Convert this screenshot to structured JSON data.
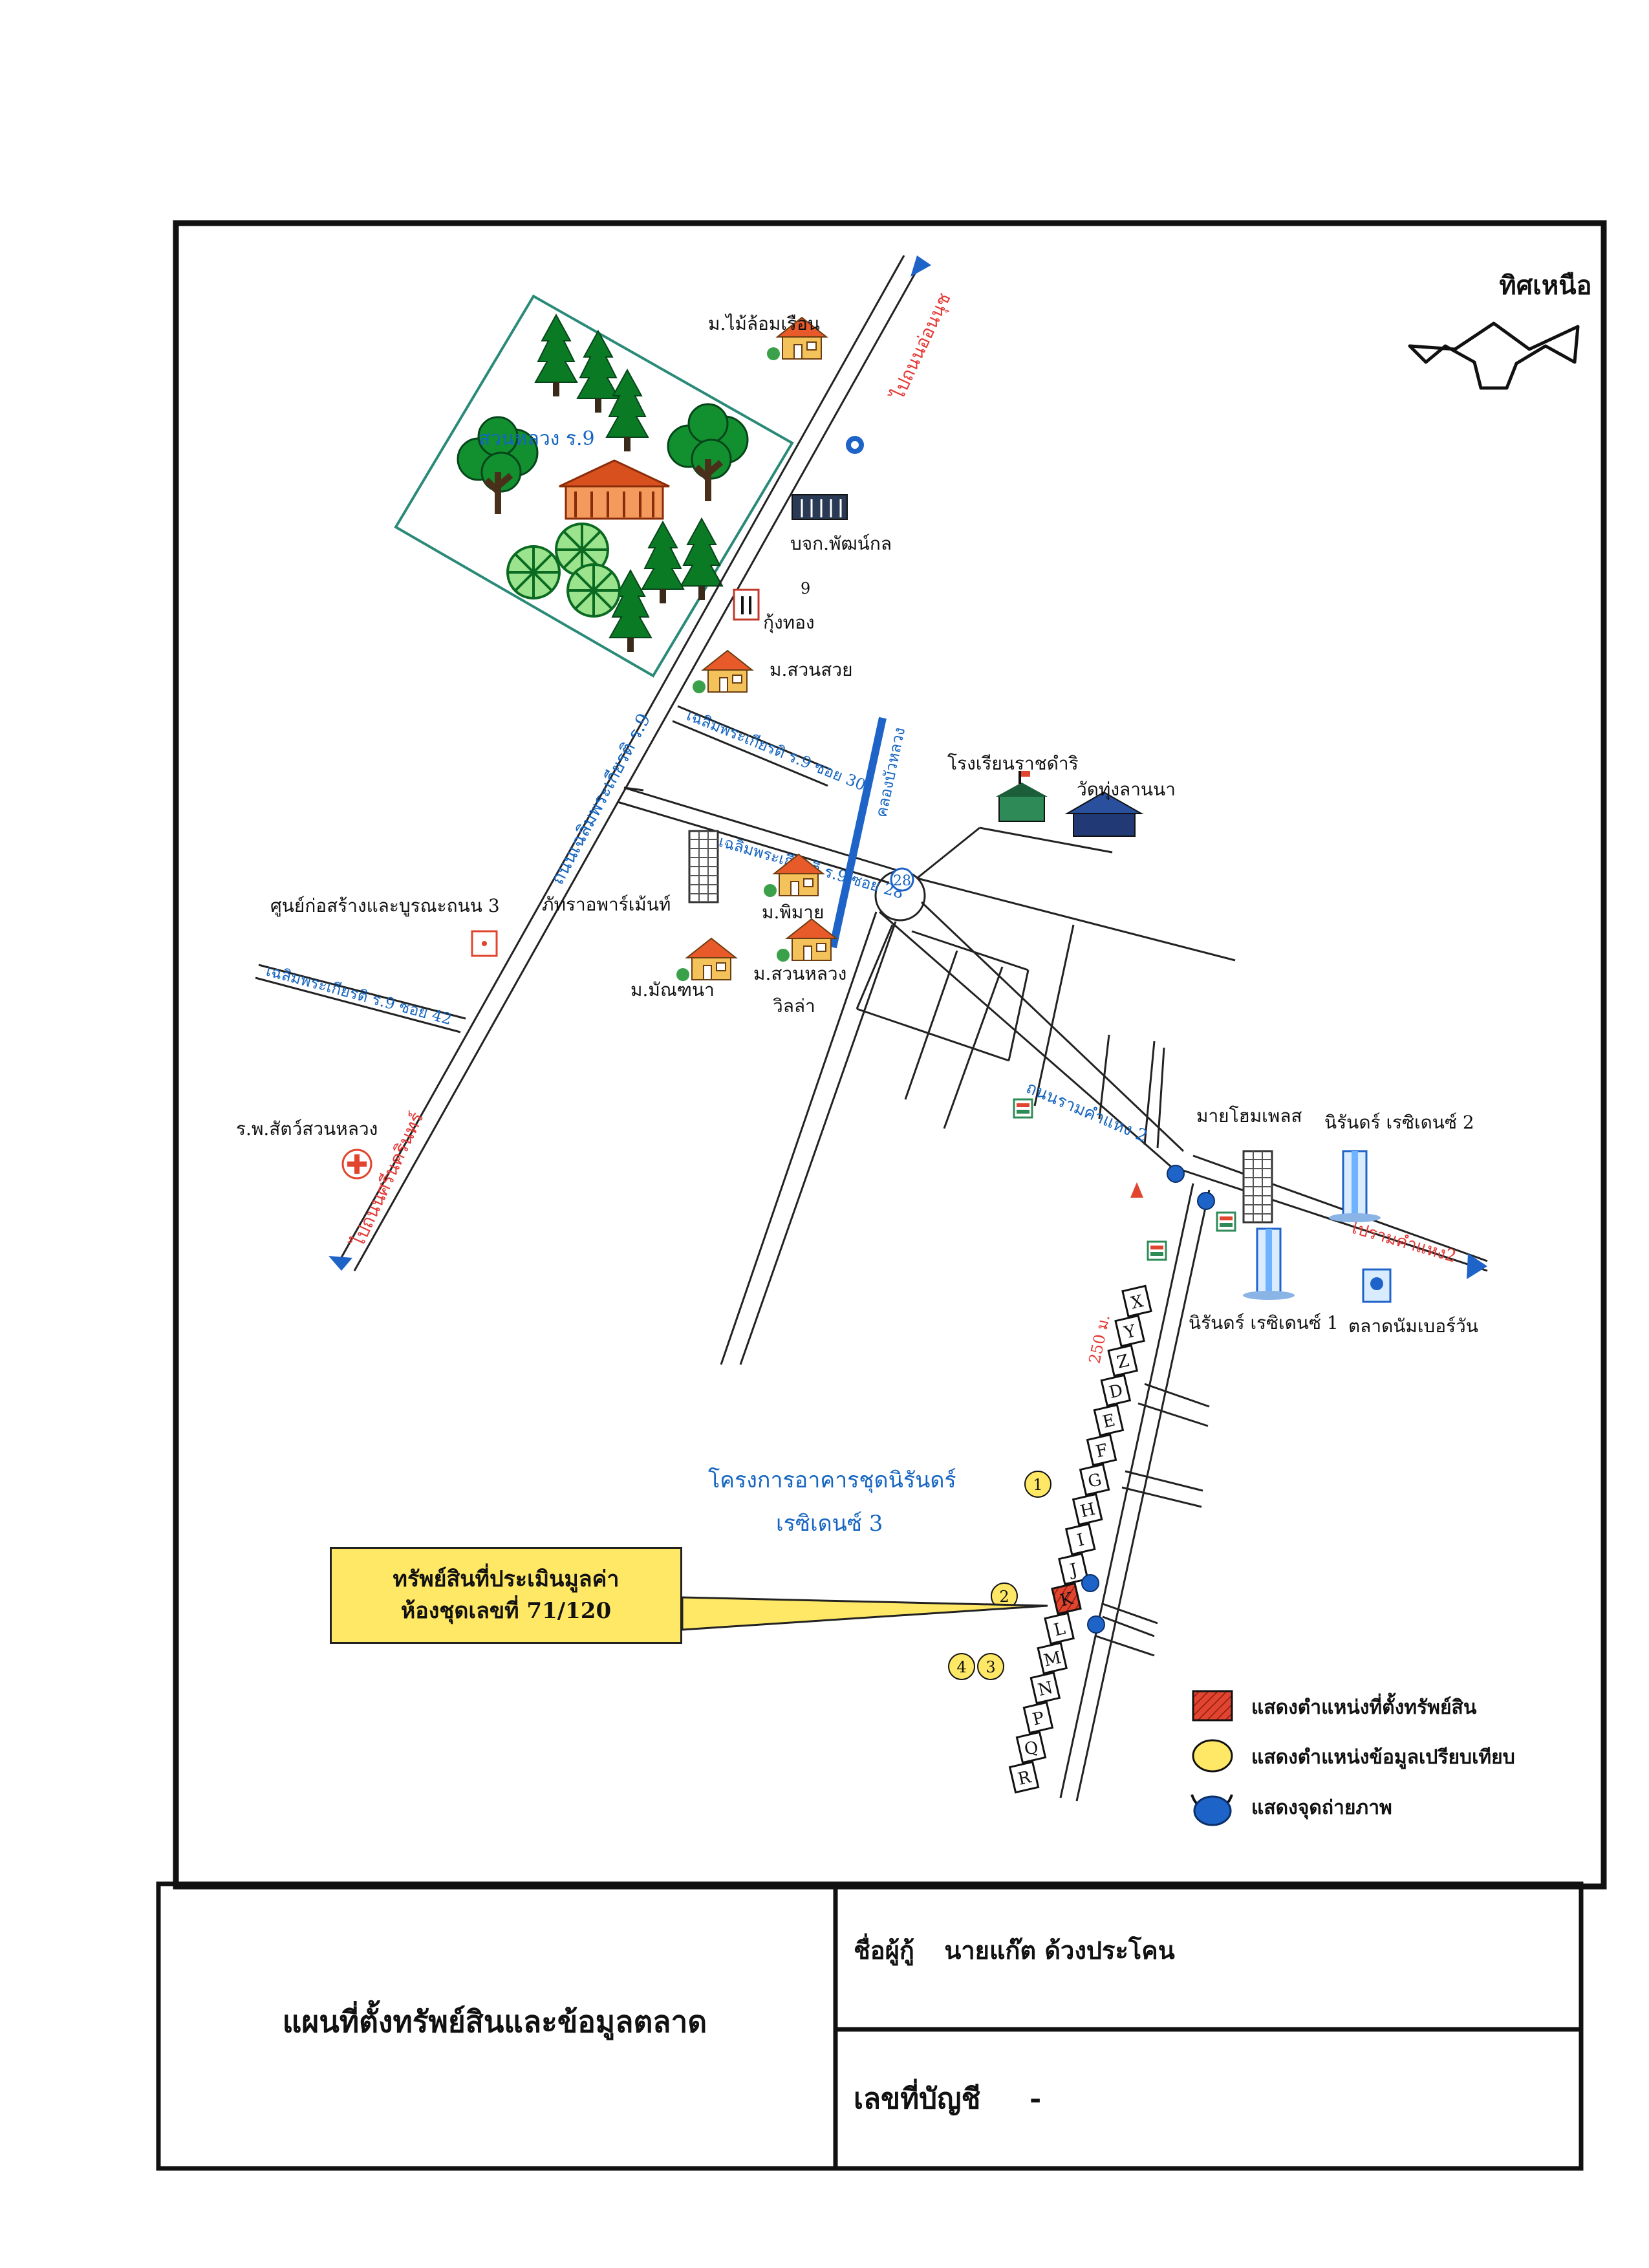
{
  "north": {
    "label": "ทิศเหนือ"
  },
  "park": {
    "label": "สวนหลวง ร.9"
  },
  "roads": {
    "main_north": "ไปถนนอ่อนนุช",
    "main_south": "ไปถนนศรีนครินทร์",
    "main_center": "ถนนเฉลิมพระเกียรติ ร.9",
    "soi30": "เฉลิมพระเกียรติ ร.9 ซอย 30",
    "soi28": "เฉลิมพระเกียรติ ร.9 ซอย 28",
    "soi_west": "เฉลิมพระเกียรติ ร.9 ซอย 42",
    "canal": "คลองบัวหลวง",
    "ramkhamhaeng2": "ถนนรามคำแหง 2",
    "to_ramkhamhaeng2": "ไปรามคำแหง2",
    "soi28_number": "28"
  },
  "places": {
    "mai_lom_ruen": "ม.ไม้ล้อมเรือน",
    "pattanakol": "บจก.พัฒน์กล",
    "nine": "9",
    "kueng_thong": "กุ้งทอง",
    "suan_suay": "ม.สวนสวย",
    "school": "โรงเรียนราชดำริ",
    "wat": "วัดทุ่งลานนา",
    "apartment": "ภัทราอพาร์เม้นท์",
    "phimai": "ม.พิมาย",
    "suan_luang_villa_1": "ม.สวนหลวง",
    "suan_luang_villa_2": "วิลล่า",
    "manchana": "ม.มัณฑนา",
    "road_center": "ศูนย์ก่อสร้างและบูรณะถนน 3",
    "vet_hospital": "ร.พ.สัตว์สวนหลวง",
    "my_home_place": "มายโฮมเพลส",
    "nirun_2": "นิรันดร์ เรซิเดนซ์ 2",
    "nirun_1": "นิรันดร์ เรซิเดนซ์ 1",
    "market": "ตลาดนัมเบอร์วัน",
    "project_1": "โครงการอาคารชุดนิรันดร์",
    "project_2": "เรซิเดนซ์ 3"
  },
  "distance": "250 ม.",
  "building_letters": [
    "X",
    "Y",
    "Z",
    "D",
    "E",
    "F",
    "G",
    "H",
    "I",
    "J",
    "K",
    "L",
    "M",
    "N",
    "P",
    "Q",
    "R"
  ],
  "subject_letter": "K",
  "comparables": [
    "1",
    "2",
    "3",
    "4"
  ],
  "callout": {
    "line1": "ทรัพย์สินที่ประเมินมูลค่า",
    "line2": "ห้องชุดเลขที่ 71/120"
  },
  "legend": {
    "subject": "แสดงตำแหน่งที่ตั้งทรัพย์สิน",
    "comparable": "แสดงตำแหน่งข้อมูลเปรียบเทียบ",
    "photo": "แสดงจุดถ่ายภาพ"
  },
  "footer": {
    "title": "แผนที่ตั้งทรัพย์สินและข้อมูลตลาด",
    "borrower_label": "ชื่อผู้กู้",
    "borrower_name": "นายแก๊ต ด้วงประโคน",
    "account_label": "เลขที่บัญชี",
    "account_value": "-"
  },
  "colors": {
    "subject": "#e2452f",
    "comparable": "#ffe866",
    "photo": "#1e63c8",
    "label_blue": "#1565c0",
    "park_border": "#2a8a78"
  }
}
